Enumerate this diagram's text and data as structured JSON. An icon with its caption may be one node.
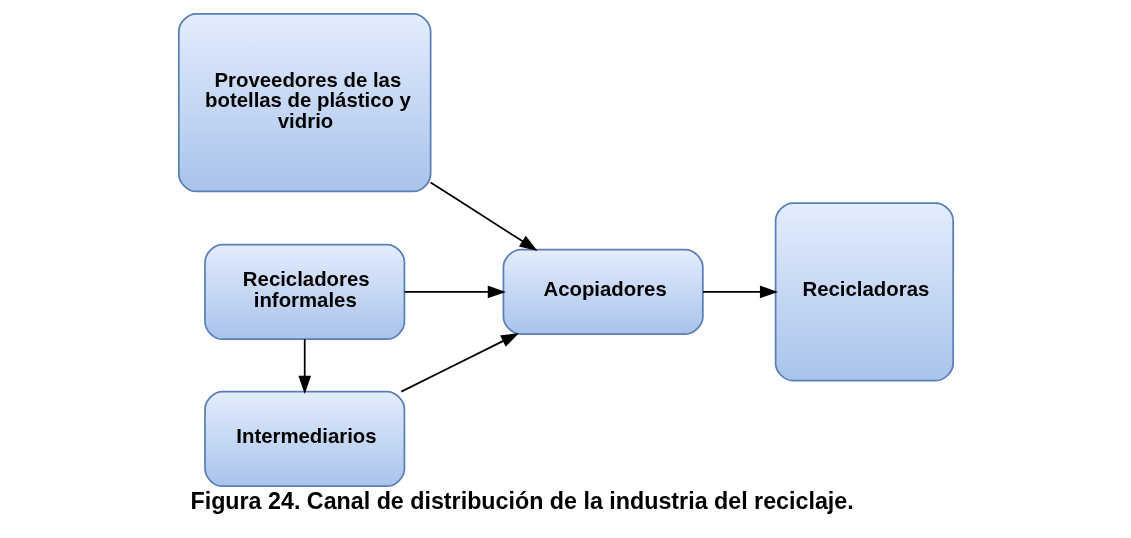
{
  "diagram": {
    "caption": "Figura 24. Canal de distribución de la industria del reciclaje.",
    "nodes": [
      {
        "text": [
          "Proveedores de las botellas de plástico y vidrio"
        ]
      },
      {
        "text": [
          "Acopiadores"
        ]
      },
      {
        "text": [
          "Recicladores informales"
        ]
      },
      {
        "text": [
          "Intermediarios"
        ]
      },
      {
        "text": [
          "Recicladoras"
        ]
      }
    ],
    "edges": [
      {
        "from": 0,
        "to": 1,
        "arrow": "to"
      },
      {
        "from": 1,
        "to": 4,
        "arrow": "to"
      },
      {
        "from": 2,
        "to": 1,
        "arrow": "to"
      },
      {
        "from": 3,
        "to": 1,
        "arrow": "to"
      },
      {
        "from": 2,
        "to": 3,
        "arrow": "to"
      }
    ]
  }
}
